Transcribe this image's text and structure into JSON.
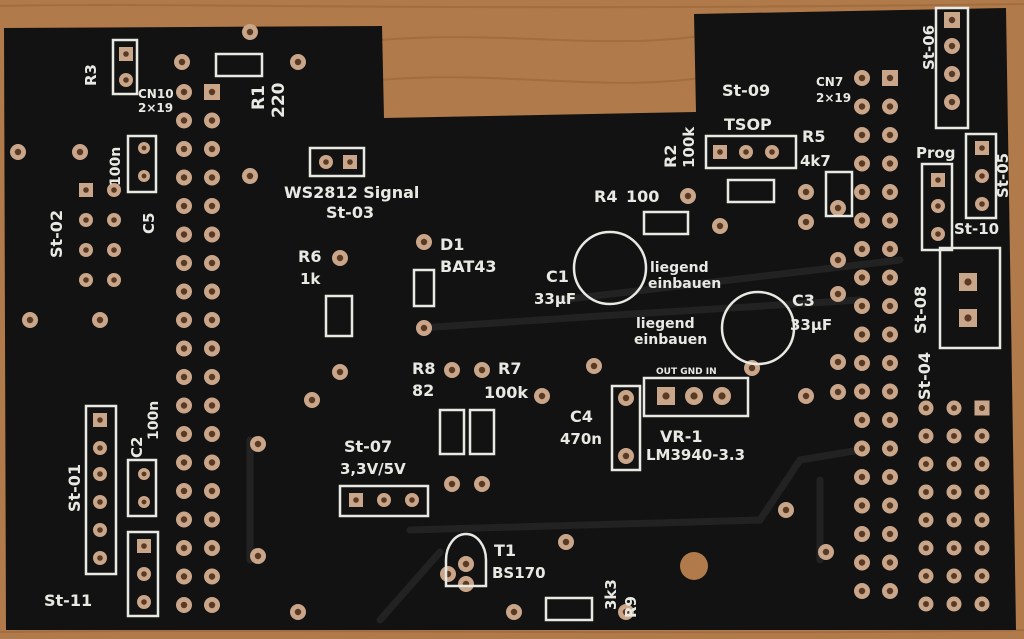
{
  "colors": {
    "wood": "#b07a4a",
    "board": "#121212",
    "trace": "#1f1f1f",
    "silk": "#e9e9e4",
    "pad": "#c9a58a",
    "hole": "#7a4a2a"
  },
  "labels": {
    "r3": "R3",
    "cn10": "CN10",
    "cn10_pitch": "2×19",
    "r1": "R1",
    "r1_val": "220",
    "ws2812": "WS2812 Signal",
    "st03": "St-03",
    "st02": "St-02",
    "c5": "C5",
    "c5_val": "100n",
    "r6": "R6",
    "r6_val": "1k",
    "d1": "D1",
    "d1_val": "BAT43",
    "r4": "R4",
    "r4_val": "100",
    "c1": "C1",
    "c1_val": "33µF",
    "liegend": "liegend",
    "einbauen": "einbauen",
    "c3": "C3",
    "c3_val": "33µF",
    "r2": "R2",
    "r2_val": "100k",
    "tsop": "TSOP",
    "st09": "St-09",
    "r5": "R5",
    "r5_val": "4k7",
    "cn7": "CN7",
    "cn7_pitch": "2×19",
    "st06": "St-06",
    "prog": "Prog",
    "st05": "St-05",
    "st10": "St-10",
    "st08": "St-08",
    "st04": "St-04",
    "r8": "R8",
    "r8_val": "82",
    "r7": "R7",
    "r7_val": "100k",
    "c4": "C4",
    "c4_val": "470n",
    "vr1": "VR-1",
    "vr1_val": "LM3940-3.3",
    "vr_pins": "OUT GND IN",
    "c2": "C2",
    "c2_val": "100n",
    "st01": "St-01",
    "st11": "St-11",
    "st07": "St-07",
    "st07_val": "3,3V/5V",
    "t1": "T1",
    "t1_val": "BS170",
    "r9": "R9",
    "r9_val": "3k3"
  }
}
